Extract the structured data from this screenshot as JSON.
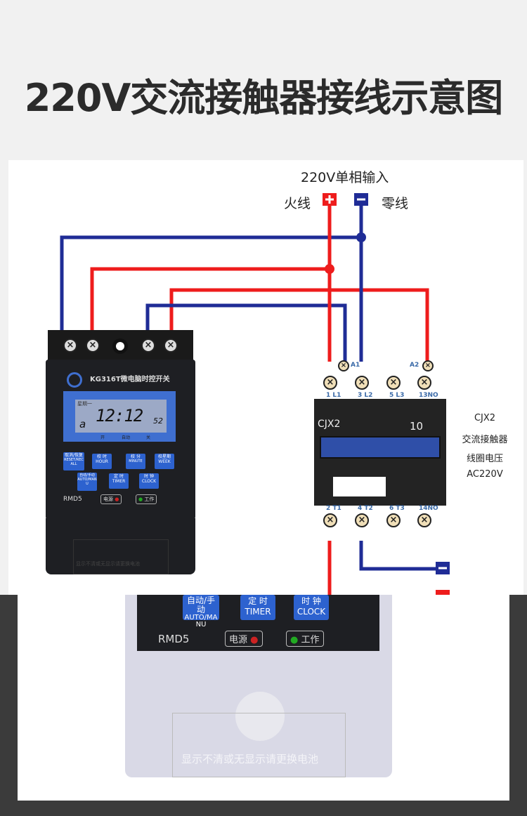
{
  "title": "220V交流接触器接线示意图",
  "input": {
    "label": "220V单相输入",
    "live": "火线",
    "neutral": "零线",
    "plus": "+",
    "minus": "-"
  },
  "colors": {
    "live": "#ee1c1c",
    "neutral": "#1f2c96",
    "lcd": "#3f6fd0",
    "button": "#2d62cf"
  },
  "timer": {
    "model_title": "KG316T微电脑时控开关",
    "lcd_day": "星期一",
    "lcd_time": "12:12",
    "lcd_seconds": "52",
    "lcd_mode": "a",
    "lcd_on": "开",
    "lcd_auto": "自动",
    "lcd_off": "关",
    "buttons": [
      {
        "cn": "取消/恢复",
        "en": "RESET/RECALL"
      },
      {
        "cn": "校 时",
        "en": "HOUR"
      },
      {
        "cn": "校 分",
        "en": "MINUTE"
      },
      {
        "cn": "校星期",
        "en": "WEEK"
      },
      {
        "cn": "自动/手动",
        "en": "AUTO/MANU"
      },
      {
        "cn": "定 时",
        "en": "TIMER"
      },
      {
        "cn": "时 钟",
        "en": "CLOCK"
      }
    ],
    "model": "RMD5",
    "power": "电源",
    "work": "工作",
    "battery_note": "显示不清或无显示请更换电池"
  },
  "contactor": {
    "name": "CJX2",
    "rating": "10",
    "a1": "A1",
    "a2": "A2",
    "top_terminals": [
      "1 L1",
      "3 L2",
      "5 L3",
      "13NO"
    ],
    "bottom_terminals": [
      "2 T1",
      "4 T2",
      "6 T3",
      "14NO"
    ],
    "side_labels": [
      "CJX2",
      "交流接触器",
      "线圈电压",
      "AC220V"
    ]
  }
}
